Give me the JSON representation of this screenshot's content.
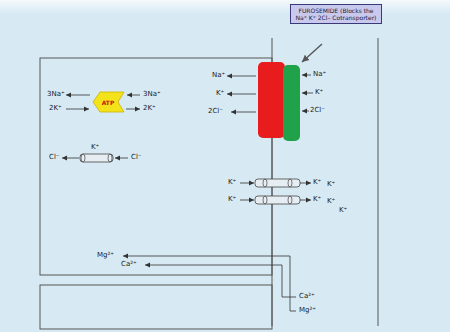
{
  "diagram": {
    "nodes": [
      {
        "text": [
          "FUROSEMIDE (Blocks the Na⁺ K⁺ 2Cl– Cotransporter)"
        ]
      },
      {
        "text": [
          "ATP"
        ]
      }
    ],
    "labels": [
      "3Na⁺",
      "3Na⁺",
      "2K⁺",
      "2K⁺",
      "Cl⁻",
      "K⁺",
      "Cl⁻",
      "Na⁺",
      "K⁺",
      "2Cl⁻",
      "Na⁺",
      "K⁺",
      "2Cl⁻",
      "K⁺",
      "K⁺",
      "K⁺",
      "K⁺",
      "K⁺",
      "K⁺",
      "K⁺",
      "Mg²⁺",
      "Ca²⁺",
      "Ca²⁺",
      "Mg²⁺"
    ]
  }
}
